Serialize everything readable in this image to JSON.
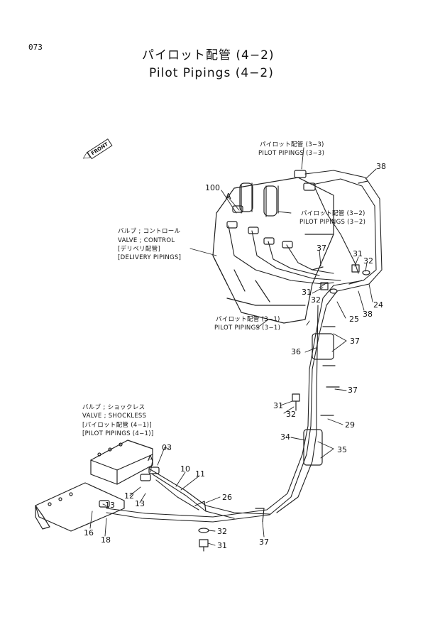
{
  "page_number": "073",
  "title_jp": "パイロット配管 (4−2)",
  "title_en": "Pilot Pipings (4−2)",
  "front_label": "FRONT",
  "callouts": {
    "pp33_jp": "パイロット配管 (3−3)",
    "pp33_en": "PILOT  PIPINGS (3−3)",
    "pp32_jp": "パイロット配管 (3−2)",
    "pp32_en": "PILOT  PIPINGS (3−2)",
    "pp31_jp": "パイロット配管 (3−1)",
    "pp31_en": "PILOT  PIPINGS (3−1)",
    "control_jp": "バルブ ; コントロール",
    "control_en": "VALVE ; CONTROL",
    "delivery_jp": "デリベリ配管",
    "delivery_en": "DELIVERY  PIPINGS",
    "shockless_jp": "バルブ ; ショックレス",
    "shockless_en": "VALVE ; SHOCKLESS",
    "pp41_jp": "パイロット配管 (4−1)",
    "pp41_en": "PILOT  PIPINGS (4−1)"
  },
  "part_numbers": {
    "n100": "100",
    "A_top": "A",
    "A_bottom": "A",
    "n38a": "38",
    "n38b": "38",
    "n37a": "37",
    "n37b": "37",
    "n37c": "37",
    "n37d": "37",
    "n31a": "31",
    "n31b": "31",
    "n31c": "31",
    "n31d": "31",
    "n32a": "32",
    "n32b": "32",
    "n32c": "32",
    "n32d": "32",
    "n24": "24",
    "n25": "25",
    "n36": "36",
    "n29": "29",
    "n34": "34",
    "n35": "35",
    "n26": "26",
    "n03": "03",
    "n10": "10",
    "n11": "11",
    "n12": "12",
    "n13a": "13",
    "n13b": "13",
    "n16": "16",
    "n18": "18"
  }
}
